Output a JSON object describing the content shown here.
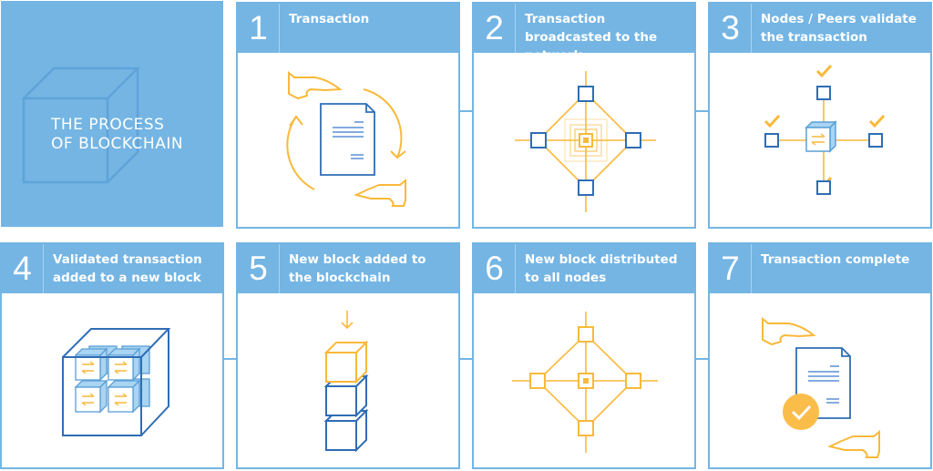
{
  "title": "THE PROCESS OF BLOCKCHAIN",
  "title_lines": [
    "THE PROCESS",
    "OF BLOCKCHAIN"
  ],
  "colors": {
    "header": "#74b5e4",
    "dark_blue": "#2f6db5",
    "light_blue": "#a9d4f2",
    "orange": "#f9b93a"
  },
  "steps": [
    {
      "number": "1",
      "label": "Transaction",
      "icon": "hands-document-exchange-icon"
    },
    {
      "number": "2",
      "label": "Transaction broadcasted to the network",
      "icon": "network-broadcast-icon"
    },
    {
      "number": "3",
      "label": "Nodes / Peers validate the transaction",
      "icon": "nodes-validate-icon"
    },
    {
      "number": "4",
      "label": "Validated transaction added to a new block",
      "icon": "block-of-transactions-icon"
    },
    {
      "number": "5",
      "label": "New block added to the blockchain",
      "icon": "block-stack-icon"
    },
    {
      "number": "6",
      "label": "New block distributed to all nodes",
      "icon": "network-distribution-icon"
    },
    {
      "number": "7",
      "label": "Transaction complete",
      "icon": "document-complete-icon"
    }
  ]
}
